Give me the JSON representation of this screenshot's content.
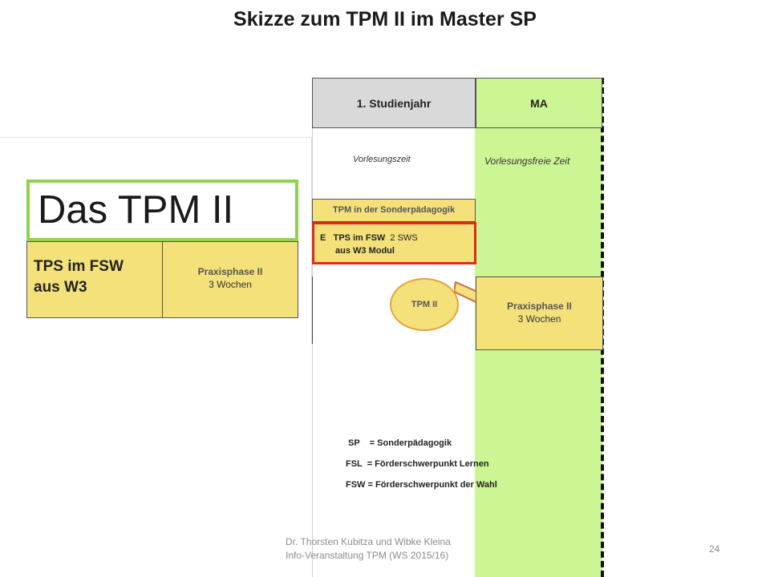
{
  "title": "Skizze zum TPM II im Master SP",
  "header": {
    "year": "1. Studienjahr",
    "ma": "MA"
  },
  "periods": {
    "lecture": "Vorlesungszeit",
    "lecture_free": "Vorlesungsfreie Zeit"
  },
  "overlay": {
    "heading": "Das TPM II",
    "tps_line1": "TPS im FSW",
    "tps_line2": "aus W3",
    "praxis_title": "Praxisphase II",
    "praxis_sub": "3 Wochen"
  },
  "timeline": {
    "tpm_sonder": "TPM in der Sonderpädagogik",
    "tps_prefix": "E",
    "tps_name": "TPS im FSW",
    "tps_sws": "2 SWS",
    "tps_module": "aus W3  Modul",
    "tpm2": "TPM II",
    "praxis_title": "Praxisphase II",
    "praxis_sub": "3 Wochen"
  },
  "legend": {
    "sp": "SP    = Sonderpädagogik",
    "fsl": "FSL  = Förderschwerpunkt Lernen",
    "fsw": "FSW = Förderschwerpunkt der Wahl"
  },
  "footer": {
    "line1": "Dr. Thorsten Kubitza und Wibke Kleina",
    "line2": "Info-Veranstaltung TPM (WS 2015/16)",
    "page": "24"
  },
  "colors": {
    "green": "#ccf594",
    "yellow": "#f4e17a",
    "gray": "#d9d9d9",
    "red": "#e12a1a",
    "accent_green_border": "#92d050"
  }
}
